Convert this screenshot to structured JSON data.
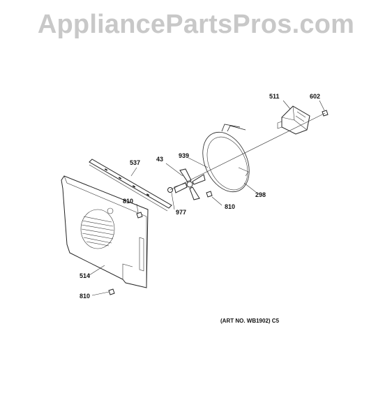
{
  "watermark": "AppliancePartsPros.com",
  "callouts": [
    "511",
    "602",
    "537",
    "43",
    "939",
    "298",
    "810",
    "977",
    "810",
    "514",
    "810"
  ],
  "art_number": "(ART NO. WB1902) C5"
}
